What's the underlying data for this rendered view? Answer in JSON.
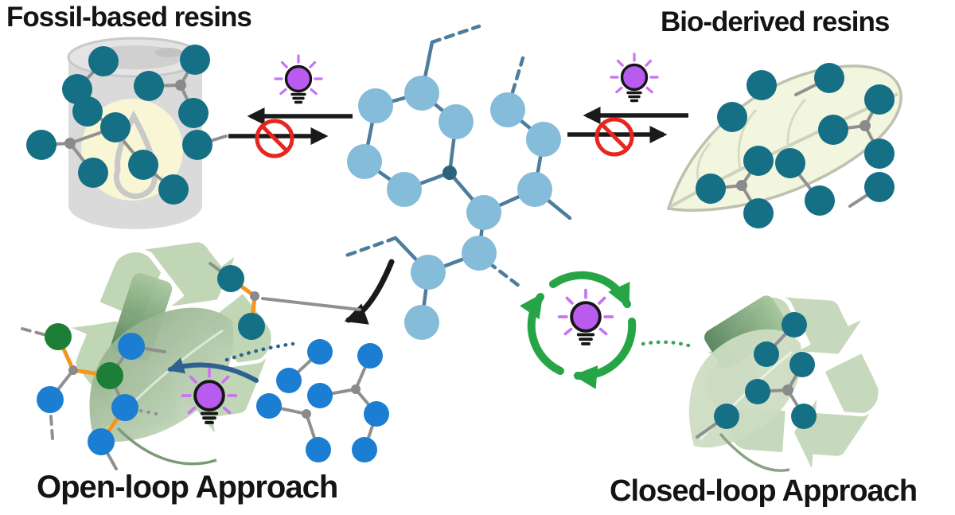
{
  "titles": {
    "fossil": "Fossil-based resins",
    "bio": "Bio-derived resins",
    "open": "Open-loop Approach",
    "closed": "Closed-loop Approach"
  },
  "icons": {
    "recycle_glyph": "♻",
    "lightbulb": "purple-lightbulb-icon",
    "prohibition": "red-no-symbol-icon",
    "oil_barrel": "gray-oil-drum-icon",
    "leaf": "green-leaf-icon",
    "cycle_arrows": "green-circular-arrows-icon"
  },
  "palette": {
    "teal": "#156f85",
    "lblue": "#85bcd9",
    "blue": "#1b7ed2",
    "green": "#1d7f37",
    "jgray": "#8a8a8a",
    "jdark": "#2d6379",
    "gray": "#909090",
    "steel": "#4d7d9c",
    "orange": "#f7941d",
    "navy": "#2e618f",
    "cycle_green": "#27a546",
    "no_red": "#e8251f",
    "bulb_purple": "#ba5bef",
    "ray_purple": "#c873f2",
    "recycle_pale": "#c0d6b5",
    "barrel_gray": "#dadada",
    "cream": "#f9f6d6",
    "leaf_pale": "#f2f6df",
    "black": "#1a1a1a"
  },
  "networks": {
    "fossil": {
      "nodes": [
        [
          130,
          77,
          19,
          "teal"
        ],
        [
          245,
          75,
          19,
          "teal"
        ],
        [
          97,
          112,
          19,
          "teal"
        ],
        [
          187,
          108,
          19,
          "teal"
        ],
        [
          110,
          140,
          19,
          "teal"
        ],
        [
          145,
          160,
          19,
          "teal"
        ],
        [
          52,
          182,
          19,
          "teal"
        ],
        [
          243,
          142,
          19,
          "teal"
        ],
        [
          248,
          182,
          19,
          "teal"
        ],
        [
          180,
          207,
          19,
          "teal"
        ],
        [
          117,
          217,
          19,
          "teal"
        ],
        [
          218,
          238,
          19,
          "teal"
        ],
        [
          227,
          107,
          7,
          "jgray"
        ],
        [
          88,
          180,
          7,
          "jgray"
        ]
      ],
      "bonds": [
        [
          130,
          77,
          97,
          112,
          "gray",
          4,
          "s"
        ],
        [
          97,
          112,
          110,
          140,
          "gray",
          4,
          "s"
        ],
        [
          110,
          140,
          145,
          160,
          "gray",
          4,
          "s"
        ],
        [
          187,
          108,
          227,
          107,
          "gray",
          4,
          "s"
        ],
        [
          227,
          107,
          245,
          75,
          "gray",
          4,
          "s"
        ],
        [
          227,
          107,
          243,
          142,
          "gray",
          4,
          "s"
        ],
        [
          52,
          182,
          88,
          180,
          "gray",
          4,
          "s"
        ],
        [
          88,
          180,
          145,
          160,
          "gray",
          4,
          "s"
        ],
        [
          88,
          180,
          117,
          217,
          "gray",
          4,
          "s"
        ],
        [
          180,
          207,
          218,
          238,
          "gray",
          4,
          "s"
        ],
        [
          248,
          182,
          284,
          171,
          "gray",
          4,
          "s"
        ],
        [
          180,
          207,
          156,
          178,
          "gray",
          4,
          "s"
        ]
      ]
    },
    "bio": {
      "nodes": [
        [
          957,
          107,
          19,
          "teal"
        ],
        [
          1042,
          98,
          19,
          "teal"
        ],
        [
          1105,
          125,
          19,
          "teal"
        ],
        [
          920,
          147,
          19,
          "teal"
        ],
        [
          1047,
          163,
          19,
          "teal"
        ],
        [
          1105,
          193,
          19,
          "teal"
        ],
        [
          953,
          202,
          19,
          "teal"
        ],
        [
          993,
          205,
          19,
          "teal"
        ],
        [
          893,
          237,
          19,
          "teal"
        ],
        [
          953,
          268,
          19,
          "teal"
        ],
        [
          1030,
          252,
          19,
          "teal"
        ],
        [
          1105,
          235,
          19,
          "teal"
        ],
        [
          1087,
          158,
          7,
          "jgray"
        ],
        [
          932,
          233,
          7,
          "jgray"
        ]
      ],
      "bonds": [
        [
          1042,
          98,
          1000,
          119,
          "gray",
          4,
          "s"
        ],
        [
          1087,
          158,
          1105,
          125,
          "gray",
          4,
          "s"
        ],
        [
          1087,
          158,
          1047,
          163,
          "gray",
          4,
          "s"
        ],
        [
          1087,
          158,
          1105,
          193,
          "gray",
          4,
          "s"
        ],
        [
          932,
          233,
          893,
          237,
          "gray",
          4,
          "s"
        ],
        [
          932,
          233,
          953,
          202,
          "gray",
          4,
          "s"
        ],
        [
          932,
          233,
          953,
          268,
          "gray",
          4,
          "s"
        ],
        [
          993,
          205,
          1030,
          252,
          "gray",
          4,
          "s"
        ],
        [
          1105,
          235,
          1068,
          259,
          "gray",
          4,
          "s"
        ]
      ]
    },
    "center": {
      "nodes": [
        [
          472,
          133,
          22,
          "lblue"
        ],
        [
          530,
          117,
          22,
          "lblue"
        ],
        [
          573,
          153,
          22,
          "lblue"
        ],
        [
          458,
          203,
          22,
          "lblue"
        ],
        [
          508,
          238,
          22,
          "lblue"
        ],
        [
          638,
          138,
          22,
          "lblue"
        ],
        [
          683,
          175,
          22,
          "lblue"
        ],
        [
          672,
          238,
          22,
          "lblue"
        ],
        [
          608,
          267,
          22,
          "lblue"
        ],
        [
          602,
          318,
          22,
          "lblue"
        ],
        [
          538,
          342,
          22,
          "lblue"
        ],
        [
          530,
          405,
          22,
          "lblue"
        ],
        [
          565,
          217,
          9,
          "jdark"
        ]
      ],
      "bonds": [
        [
          472,
          133,
          530,
          117,
          "steel",
          4.5,
          "s"
        ],
        [
          530,
          117,
          573,
          153,
          "steel",
          4.5,
          "s"
        ],
        [
          472,
          133,
          458,
          203,
          "steel",
          4.5,
          "s"
        ],
        [
          458,
          203,
          508,
          238,
          "steel",
          4.5,
          "s"
        ],
        [
          508,
          238,
          565,
          217,
          "steel",
          4.5,
          "s"
        ],
        [
          573,
          153,
          565,
          217,
          "steel",
          4.5,
          "s"
        ],
        [
          565,
          217,
          608,
          267,
          "steel",
          4.5,
          "s"
        ],
        [
          608,
          267,
          672,
          238,
          "steel",
          4.5,
          "s"
        ],
        [
          672,
          238,
          683,
          175,
          "steel",
          4.5,
          "s"
        ],
        [
          683,
          175,
          638,
          138,
          "steel",
          4.5,
          "s"
        ],
        [
          608,
          267,
          602,
          318,
          "steel",
          4.5,
          "s"
        ],
        [
          602,
          318,
          538,
          342,
          "steel",
          4.5,
          "s"
        ],
        [
          538,
          342,
          530,
          405,
          "steel",
          4.5,
          "s"
        ],
        [
          530,
          117,
          543,
          53,
          "steel",
          4.5,
          "s"
        ],
        [
          543,
          53,
          602,
          33,
          "steel",
          4.5,
          "d"
        ],
        [
          644,
          116,
          657,
          73,
          "steel",
          4.5,
          "d"
        ],
        [
          538,
          342,
          497,
          299,
          "steel",
          4.5,
          "s"
        ],
        [
          497,
          299,
          435,
          321,
          "steel",
          4.5,
          "d"
        ],
        [
          672,
          238,
          716,
          274,
          "steel",
          4.5,
          "s"
        ],
        [
          614,
          330,
          652,
          359,
          "steel",
          4.5,
          "d"
        ]
      ]
    },
    "open_left": {
      "nodes": [
        [
          73,
          423,
          17,
          "green"
        ],
        [
          138,
          472,
          17,
          "green"
        ],
        [
          63,
          502,
          17,
          "blue"
        ],
        [
          165,
          435,
          17,
          "blue"
        ],
        [
          157,
          512,
          17,
          "blue"
        ],
        [
          127,
          555,
          17,
          "blue"
        ],
        [
          92,
          465,
          6,
          "jgray"
        ]
      ],
      "bonds": [
        [
          73,
          423,
          92,
          465,
          "orange",
          5,
          "s"
        ],
        [
          92,
          465,
          138,
          472,
          "orange",
          5,
          "s"
        ],
        [
          157,
          512,
          127,
          555,
          "orange",
          5,
          "s"
        ],
        [
          92,
          465,
          63,
          502,
          "gray",
          4,
          "s"
        ],
        [
          138,
          472,
          165,
          435,
          "gray",
          4,
          "s"
        ],
        [
          138,
          472,
          157,
          512,
          "gray",
          4,
          "s"
        ],
        [
          165,
          435,
          207,
          442,
          "gray",
          4,
          "s"
        ],
        [
          127,
          555,
          146,
          589,
          "gray",
          4,
          "s"
        ],
        [
          28,
          413,
          58,
          421,
          "gray",
          4,
          "d"
        ],
        [
          64,
          523,
          66,
          551,
          "gray",
          4,
          "d"
        ],
        [
          177,
          516,
          202,
          521,
          "gray",
          4,
          "o"
        ]
      ]
    },
    "open_frag": {
      "nodes": [
        [
          290,
          350,
          17,
          "teal"
        ],
        [
          316,
          410,
          17,
          "teal"
        ],
        [
          320,
          372,
          6,
          "jgray"
        ]
      ],
      "bonds": [
        [
          290,
          350,
          320,
          372,
          "orange",
          5,
          "s"
        ],
        [
          320,
          372,
          316,
          410,
          "orange",
          5,
          "s"
        ],
        [
          330,
          375,
          452,
          389,
          "gray",
          4,
          "s"
        ],
        [
          290,
          350,
          264,
          331,
          "gray",
          4,
          "s"
        ]
      ]
    },
    "open_blue": {
      "nodes": [
        [
          402,
          442,
          16,
          "blue"
        ],
        [
          363,
          478,
          16,
          "blue"
        ],
        [
          402,
          497,
          16,
          "blue"
        ],
        [
          338,
          510,
          16,
          "blue"
        ],
        [
          400,
          565,
          16,
          "blue"
        ],
        [
          465,
          447,
          16,
          "blue"
        ],
        [
          473,
          520,
          16,
          "blue"
        ],
        [
          458,
          565,
          16,
          "blue"
        ],
        [
          385,
          520,
          6,
          "jgray"
        ],
        [
          447,
          489,
          6,
          "jgray"
        ]
      ],
      "bonds": [
        [
          402,
          442,
          363,
          478,
          "gray",
          4,
          "s"
        ],
        [
          402,
          497,
          447,
          489,
          "gray",
          4,
          "s"
        ],
        [
          465,
          447,
          447,
          489,
          "gray",
          4,
          "s"
        ],
        [
          447,
          489,
          473,
          520,
          "gray",
          4,
          "s"
        ],
        [
          473,
          520,
          458,
          565,
          "gray",
          4,
          "s"
        ],
        [
          338,
          510,
          385,
          520,
          "gray",
          4,
          "s"
        ],
        [
          385,
          520,
          400,
          565,
          "gray",
          4,
          "s"
        ]
      ]
    },
    "closed": {
      "nodes": [
        [
          998,
          408,
          16,
          "teal"
        ],
        [
          963,
          445,
          16,
          "teal"
        ],
        [
          1008,
          458,
          16,
          "teal"
        ],
        [
          952,
          492,
          16,
          "teal"
        ],
        [
          913,
          523,
          16,
          "teal"
        ],
        [
          1010,
          523,
          16,
          "teal"
        ],
        [
          990,
          490,
          7,
          "jgray"
        ]
      ],
      "bonds": [
        [
          998,
          408,
          963,
          445,
          "gray",
          4,
          "s"
        ],
        [
          990,
          490,
          1008,
          458,
          "gray",
          4,
          "s"
        ],
        [
          990,
          490,
          952,
          492,
          "gray",
          4,
          "s"
        ],
        [
          990,
          490,
          1010,
          523,
          "gray",
          4,
          "s"
        ],
        [
          913,
          523,
          876,
          549,
          "gray",
          4,
          "s"
        ]
      ]
    }
  }
}
